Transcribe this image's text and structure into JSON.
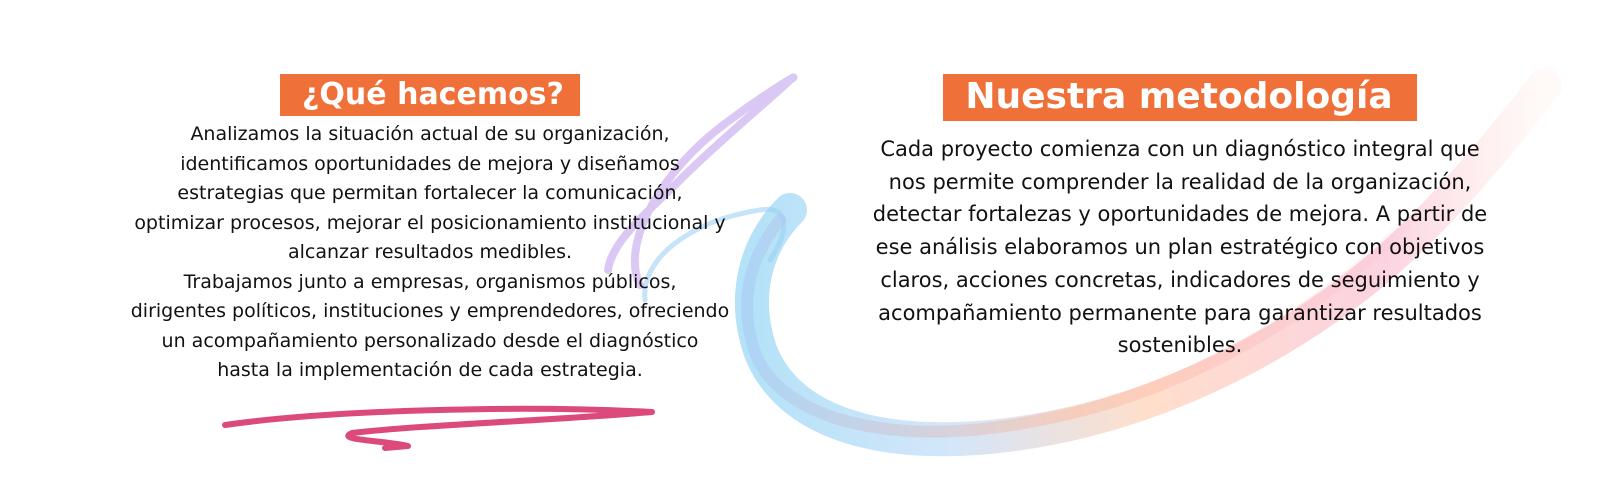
{
  "theme": {
    "accent": "#f07039",
    "text": "#111111",
    "background": "#ffffff"
  },
  "que_hacemos": {
    "heading": "¿Qué hacemos?",
    "body": "Analizamos la situación actual de su organización,\nidentificamos oportunidades de mejora y diseñamos\nestrategias que permitan fortalecer la comunicación,\noptimizar procesos, mejorar el posicionamiento institucional y\nalcanzar resultados medibles.\nTrabajamos junto a empresas, organismos públicos,\ndirigentes políticos, instituciones y emprendedores, ofreciendo\nun acompañamiento personalizado desde el diagnóstico\nhasta la implementación de cada estrategia."
  },
  "metodologia": {
    "heading": "Nuestra metodología",
    "body": "Cada proyecto comienza con un diagnóstico integral que\nnos permite comprender la realidad de la organización,\ndetectar fortalezas y oportunidades de mejora. A partir de\nese análisis elaboramos un plan estratégico con objetivos\nclaros, acciones concretas, indicadores de seguimiento y\nacompañamiento permanente para garantizar resultados\nsostenibles."
  },
  "decorations": {
    "swirl_colors": [
      "#c9a7ea",
      "#8fd3f4",
      "#ffc9a8",
      "#f8a5c2"
    ],
    "underline_color": "#dc4a7d",
    "rainbow_icon": "rainbow-swirl-icon",
    "underline_icon": "pink-scribble-icon"
  }
}
